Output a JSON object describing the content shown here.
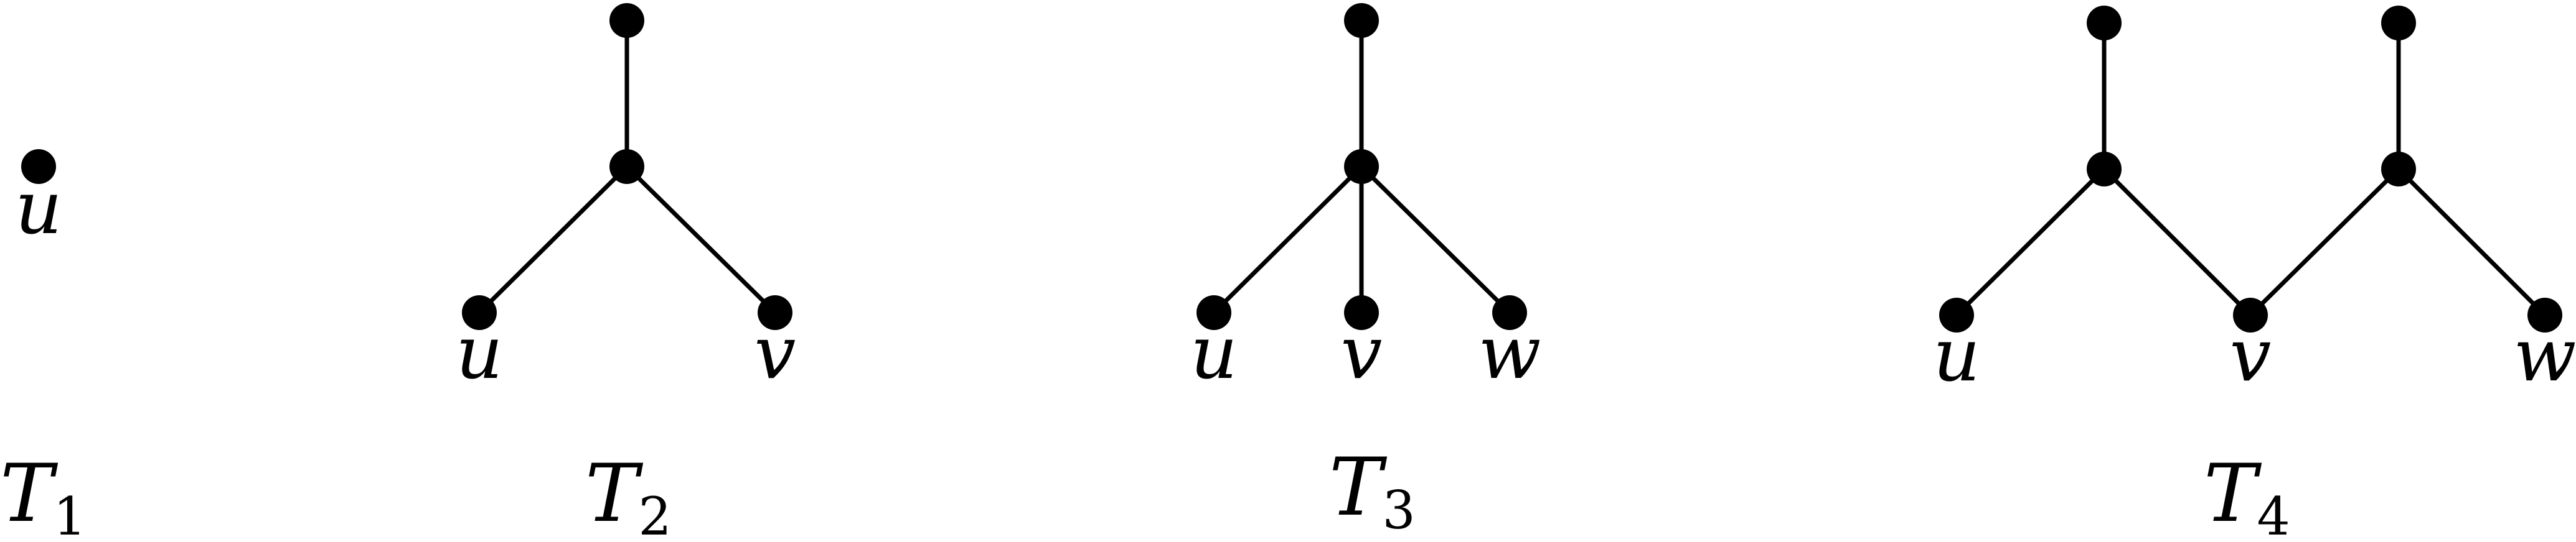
{
  "colors": {
    "ink": "#000000",
    "background": "#ffffff"
  },
  "trees": [
    {
      "name": "T",
      "subscript": "1",
      "vertex_labels": [
        "u"
      ]
    },
    {
      "name": "T",
      "subscript": "2",
      "vertex_labels": [
        "u",
        "v"
      ]
    },
    {
      "name": "T",
      "subscript": "3",
      "vertex_labels": [
        "u",
        "v",
        "w"
      ]
    },
    {
      "name": "T",
      "subscript": "4",
      "vertex_labels": [
        "u",
        "v",
        "w"
      ]
    }
  ]
}
